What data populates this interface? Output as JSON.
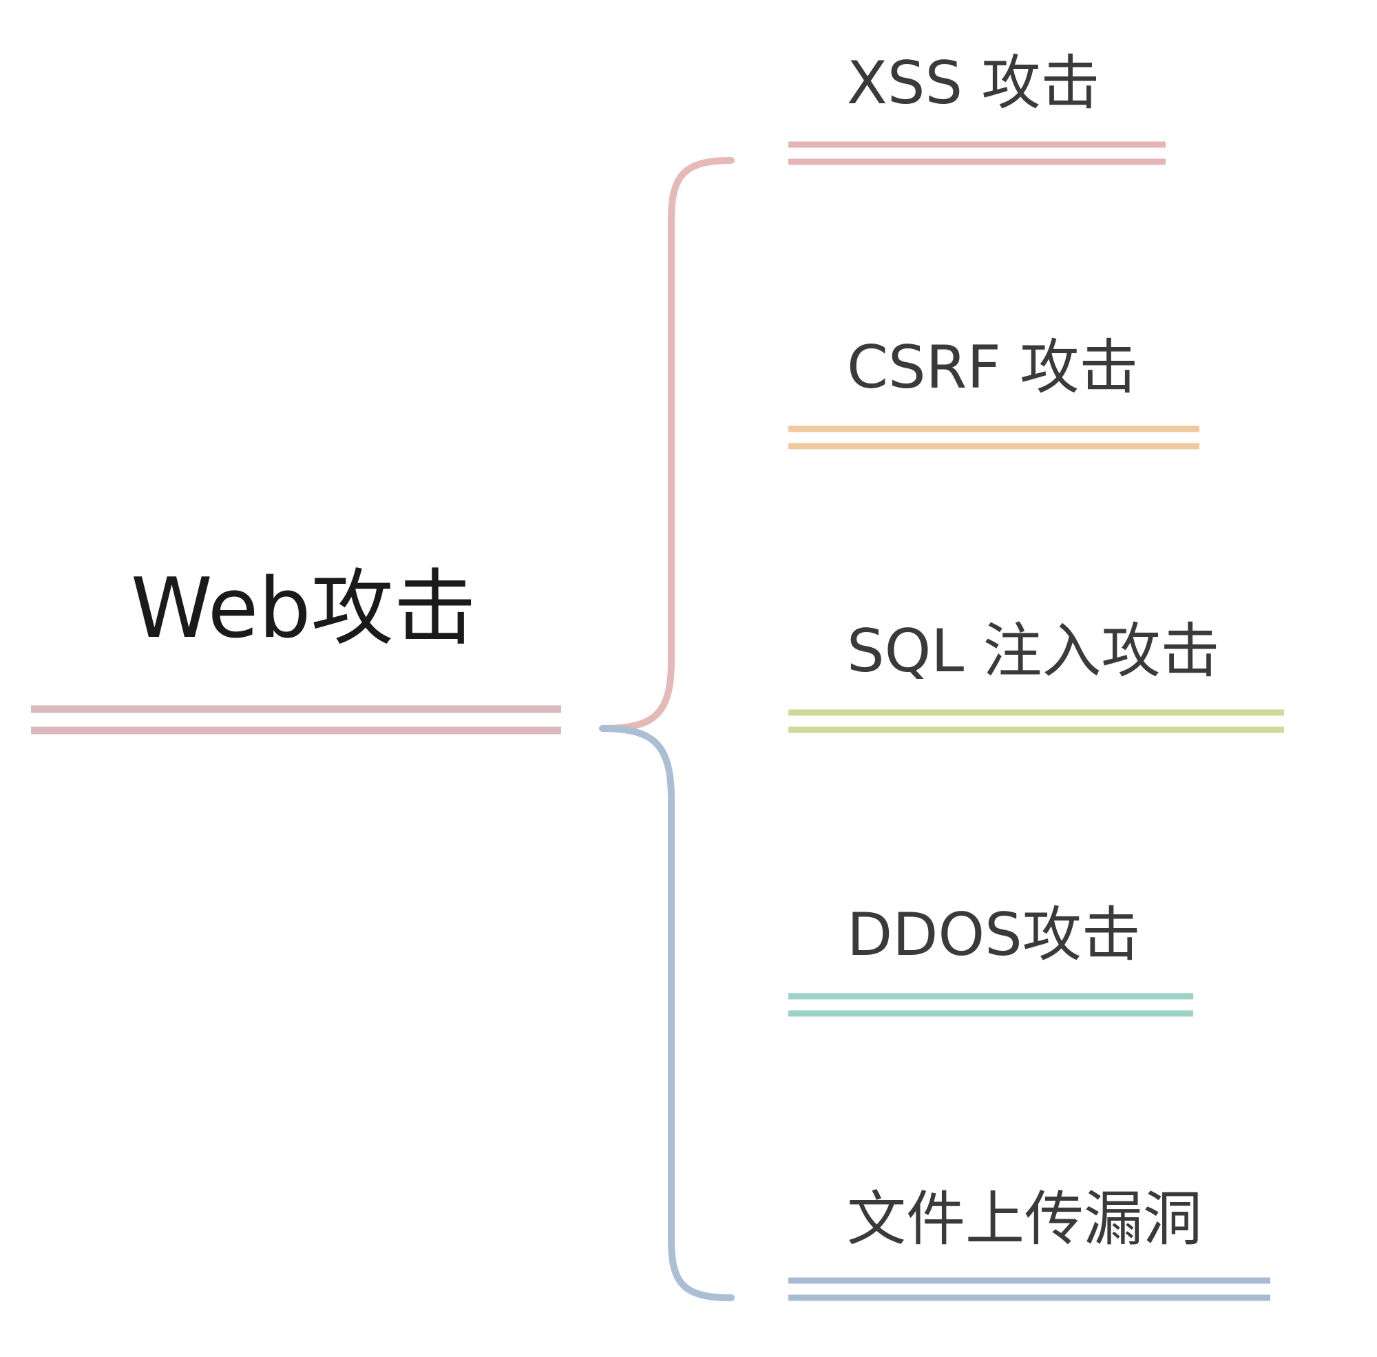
{
  "root": {
    "label": "Web攻击",
    "color": "#dbb8bf"
  },
  "connectors": {
    "upper_color": "#e6b9b9",
    "lower_color": "#aabfd3"
  },
  "children": [
    {
      "label": "XSS 攻击",
      "color": "#e5b5b5"
    },
    {
      "label": "CSRF 攻击",
      "color": "#f0c99e"
    },
    {
      "label": "SQL 注入攻击",
      "color": "#d0d89a"
    },
    {
      "label": "DDOS攻击",
      "color": "#9dd2c6"
    },
    {
      "label": "文件上传漏洞",
      "color": "#a8bbd2"
    }
  ]
}
